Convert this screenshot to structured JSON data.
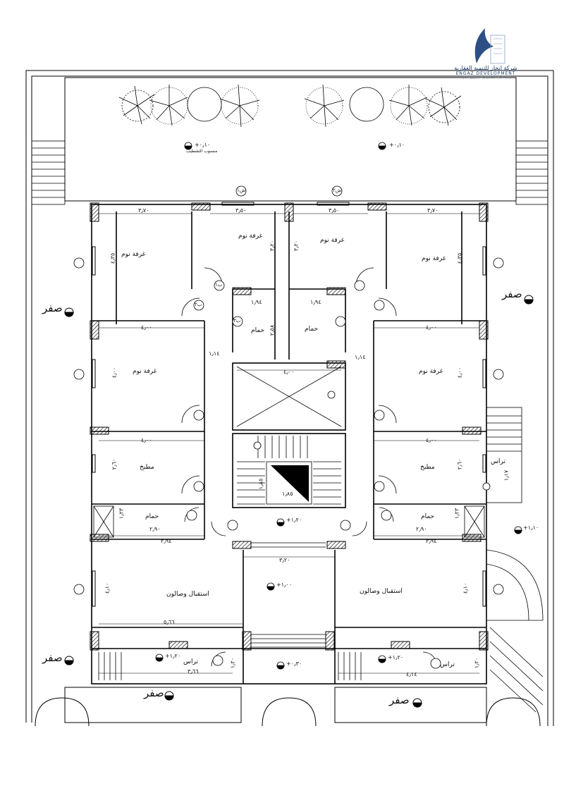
{
  "logo": {
    "name_ar": "شركة انجاز للتنمية العقارية",
    "name_en": "ENGAZ DEVELOPMENT",
    "tagline": "إنشاءات - استثمارات - تسويق - إدارة"
  },
  "rooms": {
    "bedroom_1": "غرفة نوم",
    "bedroom_2": "غرفة نوم",
    "bedroom_3": "غرفة نوم",
    "bedroom_4": "غرفة نوم",
    "bedroom_5": "غرفة نوم",
    "bedroom_6": "غرفة نوم",
    "bath_1": "حمام",
    "bath_2": "حمام",
    "bath_3": "حمام",
    "bath_4": "حمام",
    "kitchen_left": "مطبخ",
    "kitchen_right": "مطبخ",
    "reception_left": "استقبال وصالون",
    "reception_right": "استقبال وصالون",
    "terrace_left": "تراس",
    "terrace_right": "تراس",
    "terrace_side": "تراس"
  },
  "levels": {
    "zero_left_top": "صفر",
    "zero_right_top": "صفر",
    "zero_left_bottom": "صفر",
    "zero_center_left": "صفر",
    "zero_center_right": "صفر"
  },
  "dimensions": {
    "d_top_left": "٣٫٧٠",
    "d_top_mid_left": "٣٫٥٠",
    "d_top_mid_right": "٣٫٥٠",
    "d_top_right": "٣٫٧٠",
    "d_v_left": "٤٫٣٥",
    "d_v_right": "٤٫٣٥",
    "d_v_mid_left": "٣٫٢٠",
    "d_v_mid_right": "٣٫٢٠",
    "d_bath_left": "١٫٩٤",
    "d_bath_right": "١٫٩٤",
    "d_bath_v": "٢٫٥٨",
    "d_room_left": "٤٫٠٠",
    "d_room_right": "٤٫٠٠",
    "d_corr_left": "١٫١٤",
    "d_corr_right": "١٫١٤",
    "d_core": "٤٫٠٠",
    "d_v_room_left": "٤٫٠٠",
    "d_v_room_right": "٤٫٠٠",
    "d_kitchen_left": "٤٫٠٠",
    "d_kitchen_right": "٤٫٠٠",
    "d_kitchen_v_left": "٢٫٦٠",
    "d_kitchen_v_right": "٢٫٦٠",
    "d_bath2_left": "٢٫٩٠",
    "d_bath2_right": "٢٫٩٠",
    "d_bath2_v_left": "١٫٢٣",
    "d_bath2_v_right": "١٫٢٣",
    "d_hall_left": "٣٫٩٤",
    "d_hall_right": "٣٫٩٤",
    "d_entry": "٣٫٢٠",
    "d_recep_left": "٥٫٦٦",
    "d_recep_v_left": "٤٫١٠",
    "d_recep_v_right": "٤٫١٠",
    "d_terr_left": "٣٫٦٦",
    "d_terr_right": "٤٫١٤",
    "d_terr_v_left": "١٫٢٠",
    "d_terr_v_right": "١٫٢٠",
    "d_side_terr": "١٫١٧",
    "d_stair": "١٫٨٥",
    "d_landing": "١٫٨٥"
  },
  "elevations": {
    "e_garden_left": "+٠٫١٠",
    "e_garden_right": "+٠٫١٠",
    "e_lobby": "+١٫٢٠",
    "e_entry": "+١٫٠٠",
    "e_street": "+٠٫٣٠",
    "e_terr_left": "+١٫٢٠",
    "e_terr_right": "+١٫٢٠",
    "e_side": "+١٫١٠",
    "tile_note": "منسوب التشطيب"
  },
  "door_tags": {
    "door_1": "ب١",
    "door_2": "ب٢",
    "door_3": "ب٣",
    "window_1": "ش١",
    "window_2": "ش٢"
  }
}
